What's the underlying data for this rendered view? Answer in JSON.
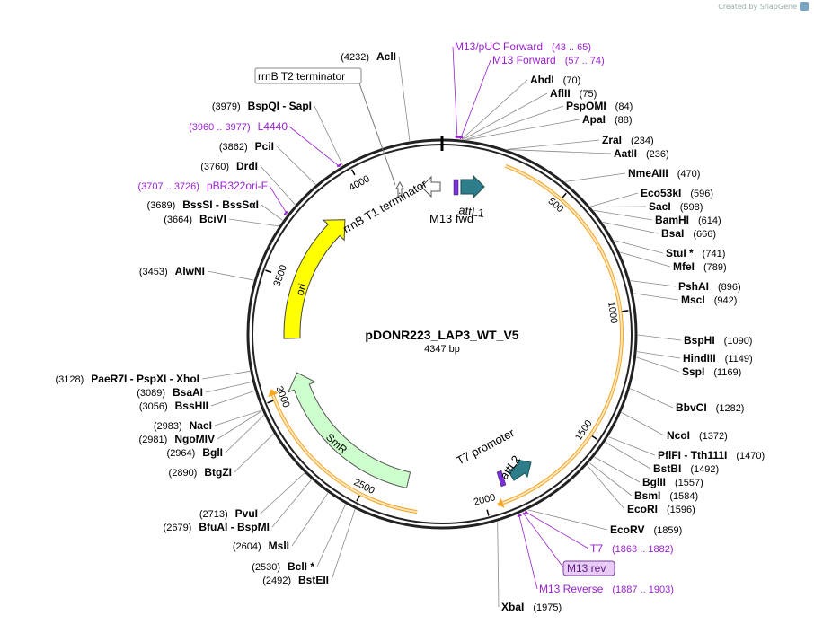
{
  "credit": "Created by SnapGene",
  "plasmid": {
    "name": "pDONR223_LAP3_WT_V5",
    "length": "4347 bp",
    "bp": 4347
  },
  "colors": {
    "site": "#000000",
    "primer": "#9a1fd0",
    "att": "#2e7d8a",
    "ori": "#ffff00",
    "smr": "#ccffcc",
    "orf": "#f5a623",
    "t7": "#7b2be0"
  },
  "ticks": [
    {
      "label": "500",
      "pos": 500
    },
    {
      "label": "1000",
      "pos": 1000
    },
    {
      "label": "1500",
      "pos": 1500
    },
    {
      "label": "2000",
      "pos": 2000
    },
    {
      "label": "2500",
      "pos": 2500
    },
    {
      "label": "3000",
      "pos": 3000
    },
    {
      "label": "3500",
      "pos": 3500
    },
    {
      "label": "4000",
      "pos": 4000
    }
  ],
  "sites_right": [
    {
      "name": "AhdI",
      "pos": 70,
      "loc": "(70)"
    },
    {
      "name": "AflII",
      "pos": 75,
      "loc": "(75)"
    },
    {
      "name": "PspOMI",
      "pos": 84,
      "loc": "(84)"
    },
    {
      "name": "ApaI",
      "pos": 88,
      "loc": "(88)"
    },
    {
      "name": "ZraI",
      "pos": 234,
      "loc": "(234)"
    },
    {
      "name": "AatII",
      "pos": 236,
      "loc": "(236)"
    },
    {
      "name": "NmeAIII",
      "pos": 470,
      "loc": "(470)"
    },
    {
      "name": "Eco53kI",
      "pos": 596,
      "loc": "(596)"
    },
    {
      "name": "SacI",
      "pos": 598,
      "loc": "(598)"
    },
    {
      "name": "BamHI",
      "pos": 614,
      "loc": "(614)"
    },
    {
      "name": "BsaI",
      "pos": 666,
      "loc": "(666)"
    },
    {
      "name": "StuI *",
      "pos": 741,
      "loc": "(741)"
    },
    {
      "name": "MfeI",
      "pos": 789,
      "loc": "(789)"
    },
    {
      "name": "PshAI",
      "pos": 896,
      "loc": "(896)"
    },
    {
      "name": "MscI",
      "pos": 942,
      "loc": "(942)"
    },
    {
      "name": "BspHI",
      "pos": 1090,
      "loc": "(1090)"
    },
    {
      "name": "HindIII",
      "pos": 1149,
      "loc": "(1149)"
    },
    {
      "name": "SspI",
      "pos": 1169,
      "loc": "(1169)"
    },
    {
      "name": "BbvCI",
      "pos": 1282,
      "loc": "(1282)"
    },
    {
      "name": "NcoI",
      "pos": 1372,
      "loc": "(1372)"
    },
    {
      "name": "PflFI - Tth111I",
      "pos": 1470,
      "loc": "(1470)"
    },
    {
      "name": "BstBI",
      "pos": 1492,
      "loc": "(1492)"
    },
    {
      "name": "BglII",
      "pos": 1557,
      "loc": "(1557)"
    },
    {
      "name": "BsmI",
      "pos": 1584,
      "loc": "(1584)"
    },
    {
      "name": "EcoRI",
      "pos": 1596,
      "loc": "(1596)"
    },
    {
      "name": "EcoRV",
      "pos": 1859,
      "loc": "(1859)"
    },
    {
      "name": "XbaI",
      "pos": 1975,
      "loc": "(1975)"
    }
  ],
  "sites_left": [
    {
      "name": "AclI",
      "pos": 4232,
      "loc": "(4232)"
    },
    {
      "name": "BspQI - SapI",
      "pos": 3979,
      "loc": "(3979)"
    },
    {
      "name": "PciI",
      "pos": 3862,
      "loc": "(3862)"
    },
    {
      "name": "DrdI",
      "pos": 3760,
      "loc": "(3760)"
    },
    {
      "name": "BssSI - BssSαI",
      "pos": 3689,
      "loc": "(3689)"
    },
    {
      "name": "BciVI",
      "pos": 3664,
      "loc": "(3664)"
    },
    {
      "name": "AlwNI",
      "pos": 3453,
      "loc": "(3453)"
    },
    {
      "name": "PaeR7I - PspXI - XhoI",
      "pos": 3128,
      "loc": "(3128)"
    },
    {
      "name": "BsaAI",
      "pos": 3089,
      "loc": "(3089)"
    },
    {
      "name": "BssHII",
      "pos": 3056,
      "loc": "(3056)"
    },
    {
      "name": "NaeI",
      "pos": 2983,
      "loc": "(2983)"
    },
    {
      "name": "NgoMIV",
      "pos": 2981,
      "loc": "(2981)"
    },
    {
      "name": "BglI",
      "pos": 2964,
      "loc": "(2964)"
    },
    {
      "name": "BtgZI",
      "pos": 2890,
      "loc": "(2890)"
    },
    {
      "name": "PvuI",
      "pos": 2713,
      "loc": "(2713)"
    },
    {
      "name": "BfuAI - BspMI",
      "pos": 2679,
      "loc": "(2679)"
    },
    {
      "name": "MslI",
      "pos": 2604,
      "loc": "(2604)"
    },
    {
      "name": "BclI *",
      "pos": 2530,
      "loc": "(2530)"
    },
    {
      "name": "BstEII",
      "pos": 2492,
      "loc": "(2492)"
    }
  ],
  "primers_top": [
    {
      "name": "M13/pUC Forward",
      "loc": "(43 .. 65)",
      "pos": 54
    },
    {
      "name": "M13 Forward",
      "loc": "(57 .. 74)",
      "pos": 65
    }
  ],
  "primers_left": [
    {
      "name": "L4440",
      "loc": "(3960 .. 3977)",
      "pos": 3968
    },
    {
      "name": "pBR322ori-F",
      "loc": "(3707 .. 3726)",
      "pos": 3716
    }
  ],
  "primers_bottom": [
    {
      "name": "T7",
      "loc": "(1863 .. 1882)",
      "pos": 1872
    },
    {
      "name": "M13 rev",
      "loc": "",
      "pos": 1880
    },
    {
      "name": "M13 Reverse",
      "loc": "(1887 .. 1903)",
      "pos": 1895
    }
  ],
  "features": {
    "rrnB_T2": "rrnB T2 terminator",
    "rrnB_T1": "rrnB T1 terminator",
    "m13fwd": "M13 fwd",
    "attL1": "attL1",
    "attL2": "attL2",
    "t7prom": "T7 promoter",
    "ori": "ori",
    "smr": "SmR"
  }
}
